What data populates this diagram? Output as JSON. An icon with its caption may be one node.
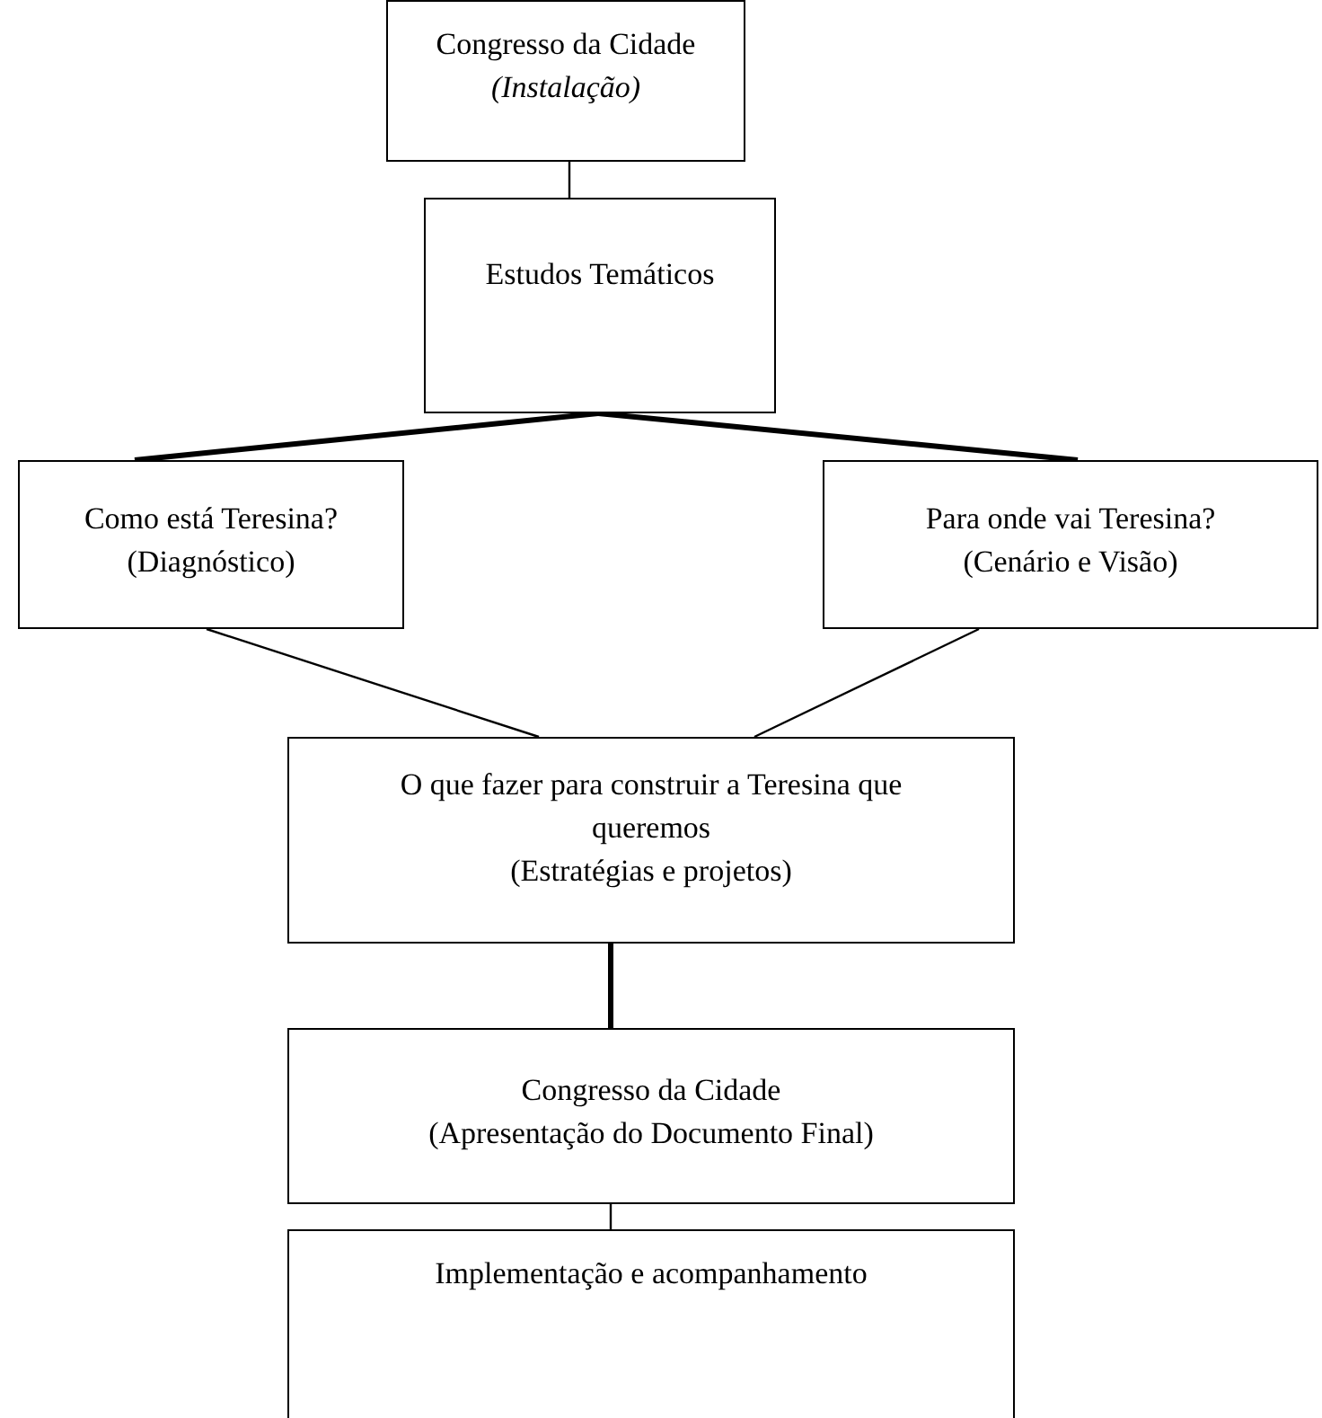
{
  "diagram": {
    "nodes": [
      {
        "text": [
          "Congresso da Cidade",
          "(Instalação)"
        ]
      },
      {
        "text": [
          "Estudos Temáticos"
        ]
      },
      {
        "text": [
          "Como está Teresina?",
          "(Diagnóstico)"
        ]
      },
      {
        "text": [
          "Para onde vai Teresina?",
          "(Cenário e Visão)"
        ]
      },
      {
        "text": [
          "O que fazer para construir a Teresina que queremos",
          "(Estratégias e projetos)"
        ]
      },
      {
        "text": [
          "Congresso da Cidade",
          "(Apresentação do Documento Final)"
        ]
      },
      {
        "text": [
          "Implementação e acompanhamento"
        ]
      }
    ],
    "edges": [
      {
        "from": 0,
        "to": 1,
        "arrow": "none"
      },
      {
        "from": 1,
        "to": 2,
        "arrow": "none",
        "style": "thick"
      },
      {
        "from": 1,
        "to": 3,
        "arrow": "none",
        "style": "thick"
      },
      {
        "from": 2,
        "to": 4,
        "arrow": "none"
      },
      {
        "from": 3,
        "to": 4,
        "arrow": "none"
      },
      {
        "from": 4,
        "to": 5,
        "arrow": "none",
        "style": "thick"
      },
      {
        "from": 5,
        "to": 6,
        "arrow": "none"
      }
    ]
  }
}
